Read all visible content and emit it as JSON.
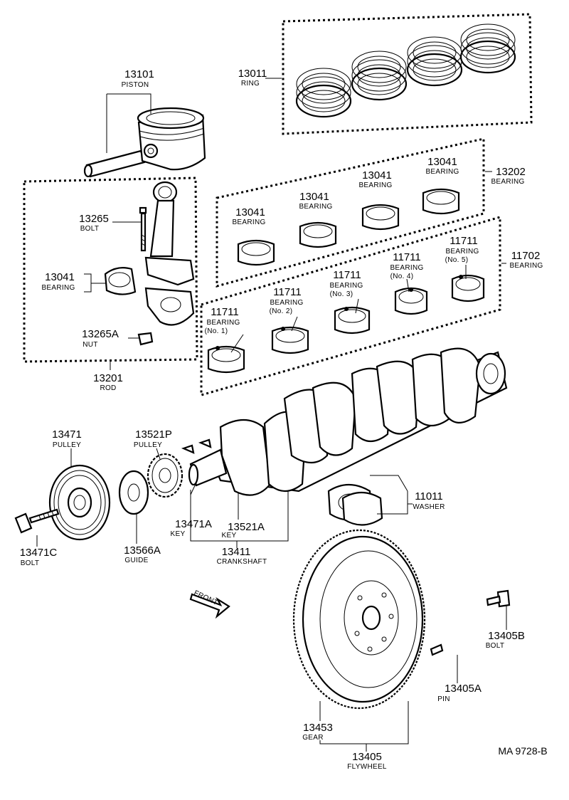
{
  "parts": [
    {
      "id": "piston",
      "number": "13101",
      "name": "PISTON"
    },
    {
      "id": "ring",
      "number": "13011",
      "name": "RING"
    },
    {
      "id": "bolt-13265",
      "number": "13265",
      "name": "BOLT"
    },
    {
      "id": "bearing-rod",
      "number": "13041",
      "name": "BEARING"
    },
    {
      "id": "nut",
      "number": "13265A",
      "name": "NUT"
    },
    {
      "id": "rod",
      "number": "13201",
      "name": "ROD"
    },
    {
      "id": "bearing-set-13202",
      "number": "13202",
      "name": "BEARING"
    },
    {
      "id": "bearing-13041-a",
      "number": "13041",
      "name": "BEARING"
    },
    {
      "id": "bearing-13041-b",
      "number": "13041",
      "name": "BEARING"
    },
    {
      "id": "bearing-13041-c",
      "number": "13041",
      "name": "BEARING"
    },
    {
      "id": "bearing-13041-d",
      "number": "13041",
      "name": "BEARING"
    },
    {
      "id": "bearing-set-11702",
      "number": "11702",
      "name": "BEARING"
    },
    {
      "id": "bearing-no1",
      "number": "11711",
      "name": "BEARING",
      "sub": "(No. 1)"
    },
    {
      "id": "bearing-no2",
      "number": "11711",
      "name": "BEARING",
      "sub": "(No. 2)"
    },
    {
      "id": "bearing-no3",
      "number": "11711",
      "name": "BEARING",
      "sub": "(No. 3)"
    },
    {
      "id": "bearing-no4",
      "number": "11711",
      "name": "BEARING",
      "sub": "(No. 4)"
    },
    {
      "id": "bearing-no5",
      "number": "11711",
      "name": "BEARING",
      "sub": "(No. 5)"
    },
    {
      "id": "pulley-13471",
      "number": "13471",
      "name": "PULLEY"
    },
    {
      "id": "pulley-13521p",
      "number": "13521P",
      "name": "PULLEY"
    },
    {
      "id": "washer",
      "number": "11011",
      "name": "WASHER"
    },
    {
      "id": "bolt-13471c",
      "number": "13471C",
      "name": "BOLT"
    },
    {
      "id": "guide",
      "number": "13566A",
      "name": "GUIDE"
    },
    {
      "id": "key-13471a",
      "number": "13471A",
      "name": "KEY"
    },
    {
      "id": "key-13521a",
      "number": "13521A",
      "name": "KEY"
    },
    {
      "id": "crankshaft",
      "number": "13411",
      "name": "CRANKSHAFT"
    },
    {
      "id": "bolt-13405b",
      "number": "13405B",
      "name": "BOLT"
    },
    {
      "id": "pin",
      "number": "13405A",
      "name": "PIN"
    },
    {
      "id": "gear",
      "number": "13453",
      "name": "GEAR"
    },
    {
      "id": "flywheel",
      "number": "13405",
      "name": "FLYWHEEL"
    }
  ],
  "front_label": "FRONT",
  "diagram_ref": "MA 9728-B"
}
